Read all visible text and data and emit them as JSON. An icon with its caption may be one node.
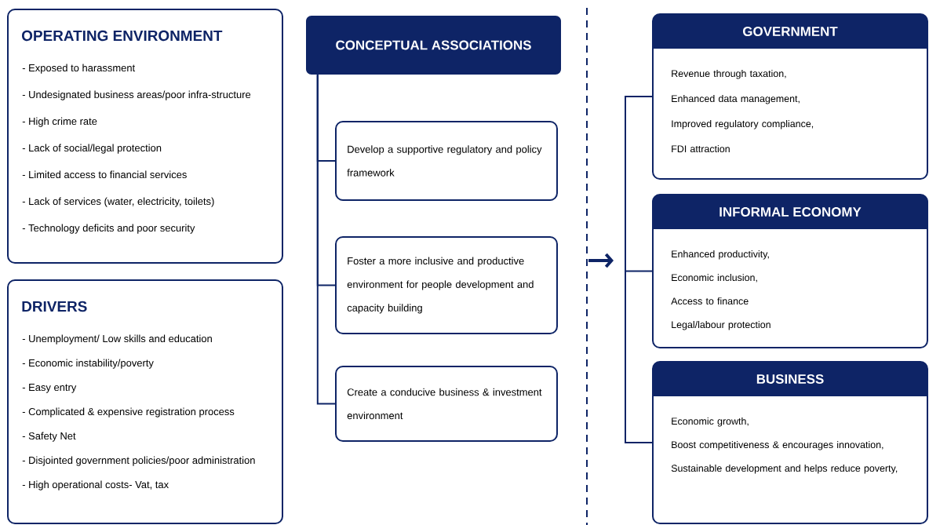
{
  "diagram": {
    "nodes": [
      {
        "text": [
          "OPERATING ENVIRONMENT",
          "- Exposed to harassment",
          "- Undesignated business areas/poor infra-structure",
          "- High crime rate",
          "- Lack of social/legal protection",
          "- Limited access to financial services",
          "- Lack of services (water, electricity, toilets)",
          "- Technology deficits and poor security"
        ]
      },
      {
        "text": [
          "DRIVERS",
          "- Unemployment/ Low skills and education",
          "- Economic instability/poverty",
          "- Easy entry",
          "- Complicated & expensive registration process",
          "- Safety Net",
          "- Disjointed government policies/poor administration",
          "- High operational costs- Vat, tax"
        ]
      },
      {
        "text": [
          "CONCEPTUAL ASSOCIATIONS"
        ]
      },
      {
        "text": [
          "Develop a supportive regulatory and policy framework"
        ]
      },
      {
        "text": [
          "Foster a more inclusive and productive environment for people development and capacity building"
        ]
      },
      {
        "text": [
          "Create a conducive business & investment environment"
        ]
      },
      {
        "text": [
          "GOVERNMENT",
          "Revenue through taxation,",
          "Enhanced data management,",
          "Improved regulatory compliance,",
          "FDI attraction"
        ]
      },
      {
        "text": [
          "INFORMAL ECONOMY",
          "Enhanced productivity,",
          "Economic inclusion,",
          "Access to finance",
          "Legal/labour protection"
        ]
      },
      {
        "text": [
          "BUSINESS",
          "Economic growth,",
          "Boost competitiveness & encourages innovation,",
          "Sustainable development and helps reduce poverty,"
        ]
      }
    ],
    "edges": [
      {
        "from": 2,
        "to": 3,
        "arrow": "none"
      },
      {
        "from": 2,
        "to": 4,
        "arrow": "none"
      },
      {
        "from": 2,
        "to": 5,
        "arrow": "none"
      },
      {
        "from": null,
        "to": 6,
        "arrow": "none"
      },
      {
        "from": null,
        "to": 7,
        "arrow": "none"
      },
      {
        "from": null,
        "to": 8,
        "arrow": "none"
      }
    ]
  }
}
